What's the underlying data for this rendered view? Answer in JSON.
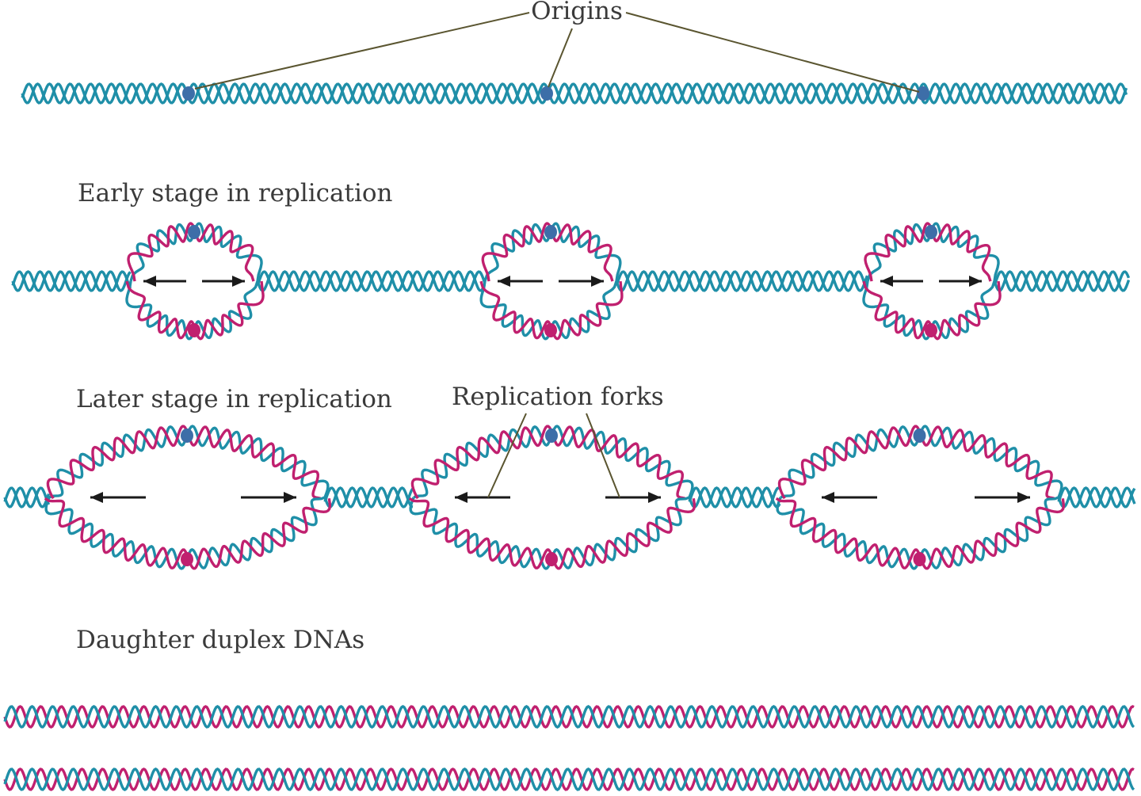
{
  "labels": {
    "origins": "Origins",
    "early_stage": "Early stage in replication",
    "later_stage": "Later stage in replication",
    "replication_forks": "Replication forks",
    "daughter_duplex": "Daughter duplex DNAs"
  },
  "colors": {
    "parental_strand": "#1f8fa8",
    "new_strand": "#c0206f",
    "origin_marker": "#3d6ea8",
    "arrow": "#1a1a1a",
    "callout_line": "#5a5530",
    "text": "#3a3a3a"
  }
}
